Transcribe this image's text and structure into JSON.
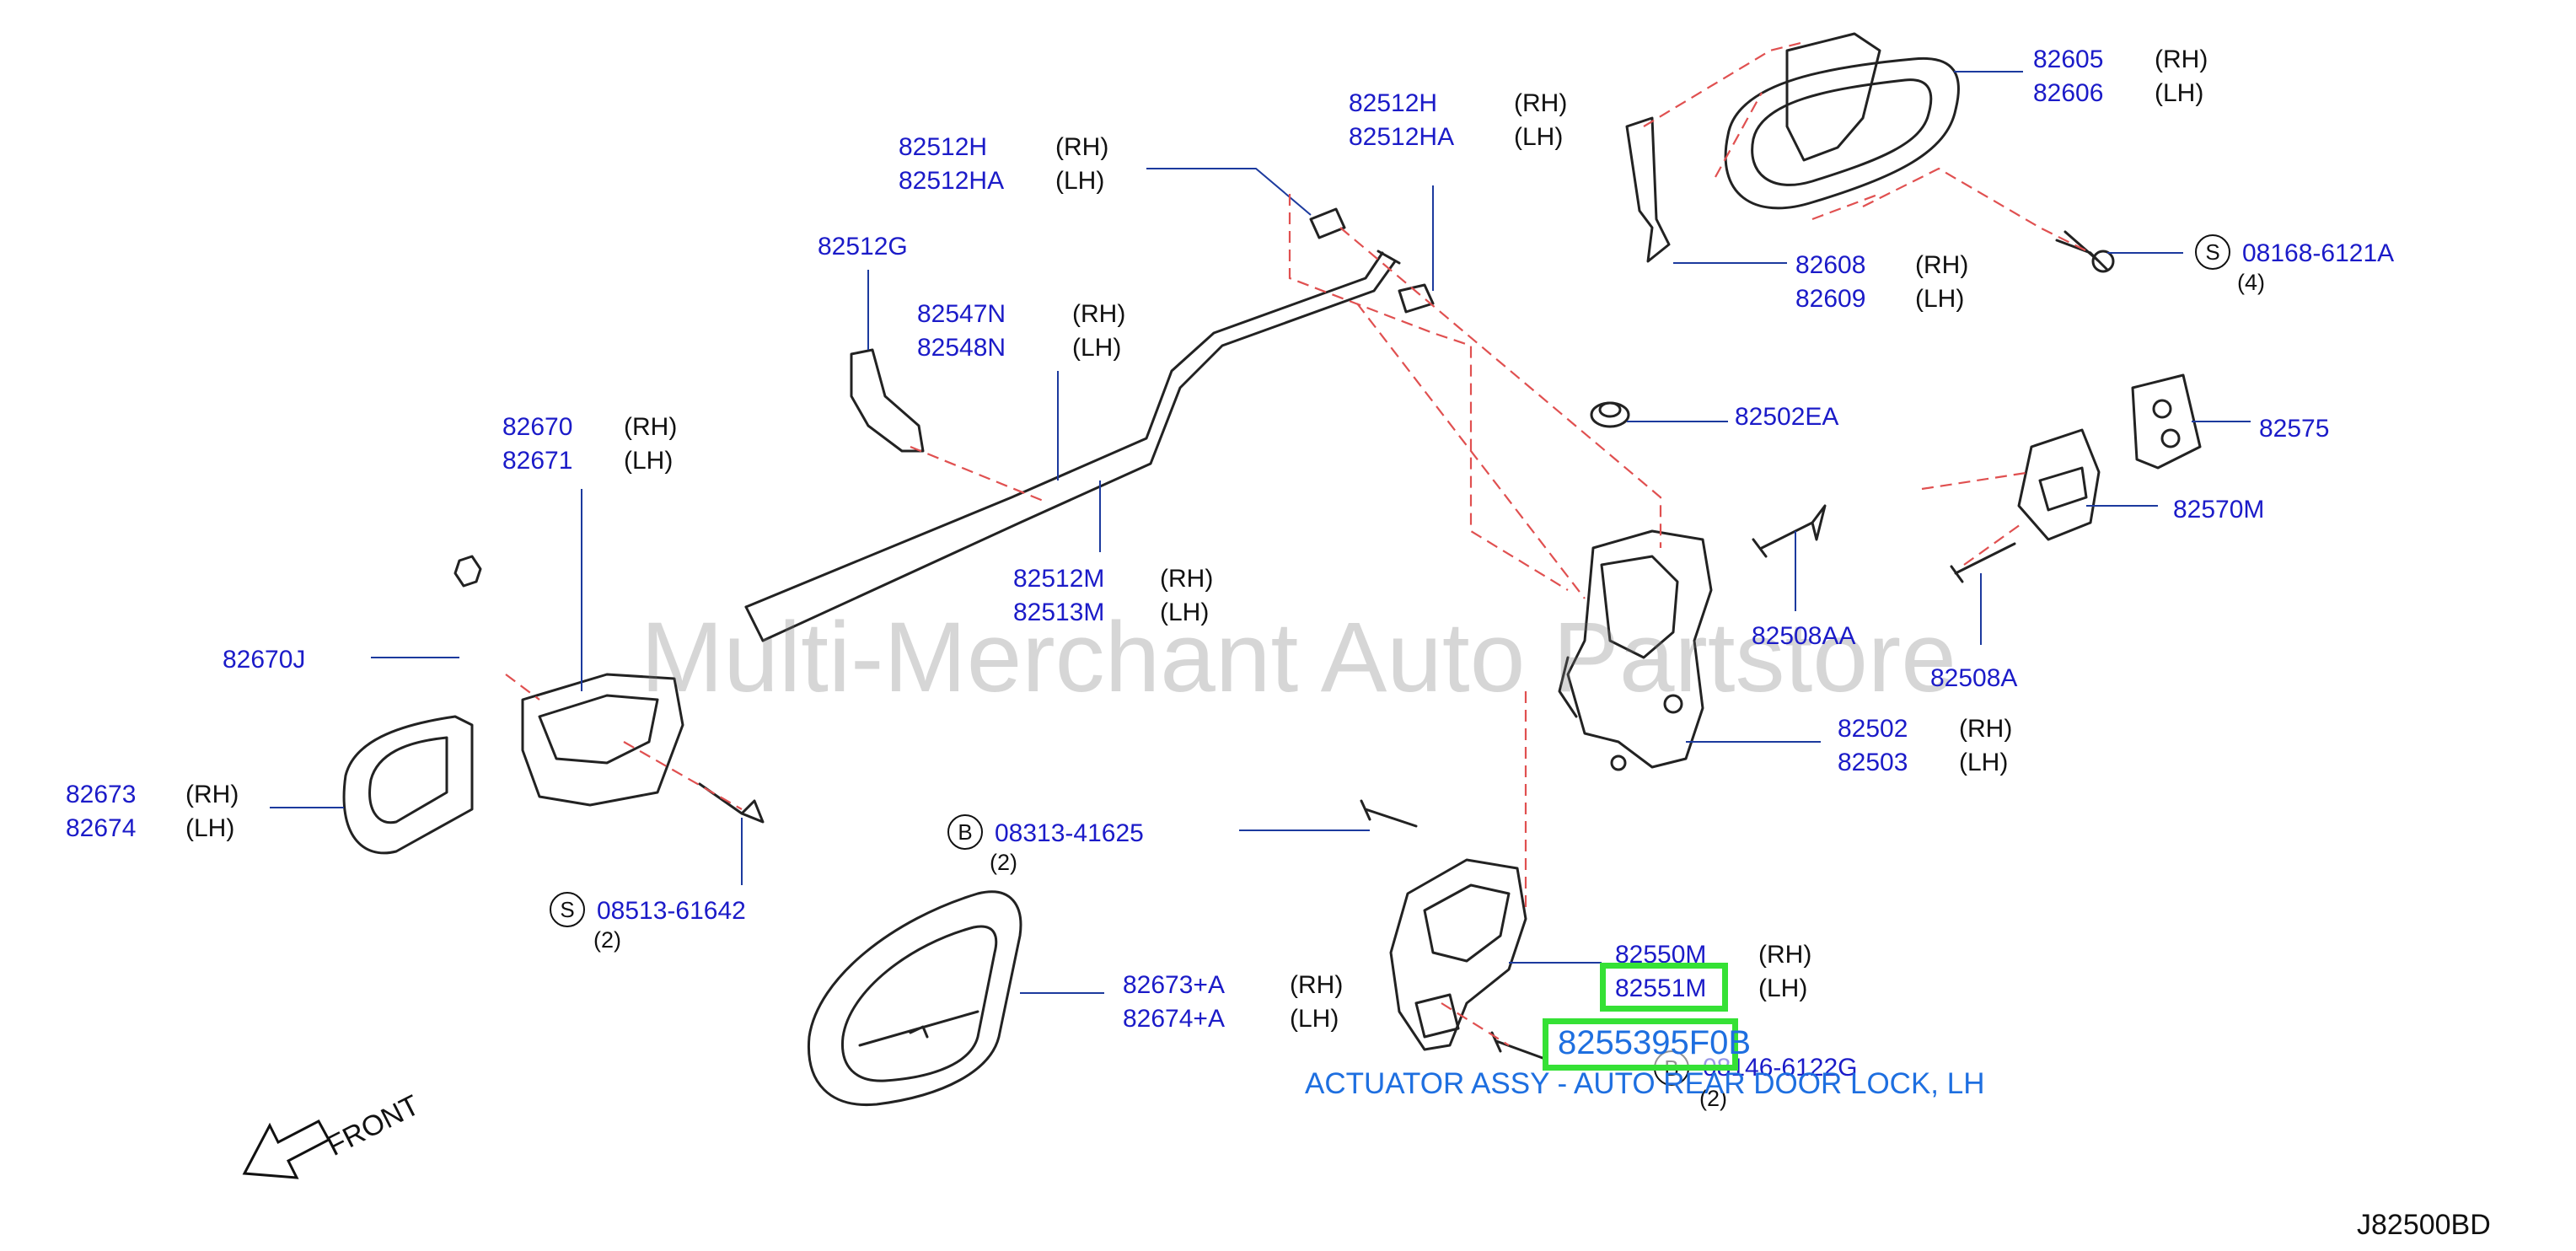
{
  "diagram": {
    "watermark": "Multi-Merchant Auto Partstore",
    "diagram_code": "J82500BD",
    "front_label": "FRONT",
    "highlight": {
      "part_number": "8255395F0B",
      "description": "ACTUATOR ASSY - AUTO REAR DOOR LOCK, LH"
    },
    "callouts": [
      {
        "pn": "82512H",
        "side": "(RH)"
      },
      {
        "pn": "82512HA",
        "side": "(LH)"
      },
      {
        "pn": "82512H",
        "side": "(RH)"
      },
      {
        "pn": "82512HA",
        "side": "(LH)"
      },
      {
        "pn": "82605",
        "side": "(RH)"
      },
      {
        "pn": "82606",
        "side": "(LH)"
      },
      {
        "pn": "82512G",
        "side": ""
      },
      {
        "pn": "82547N",
        "side": "(RH)"
      },
      {
        "pn": "82548N",
        "side": "(LH)"
      },
      {
        "pn": "82608",
        "side": "(RH)"
      },
      {
        "pn": "82609",
        "side": "(LH)"
      },
      {
        "pn": "08168-6121A",
        "side": "",
        "circle": "S",
        "qty": "(4)"
      },
      {
        "pn": "82502EA",
        "side": ""
      },
      {
        "pn": "82575",
        "side": ""
      },
      {
        "pn": "82670",
        "side": "(RH)"
      },
      {
        "pn": "82671",
        "side": "(LH)"
      },
      {
        "pn": "82570M",
        "side": ""
      },
      {
        "pn": "82512M",
        "side": "(RH)"
      },
      {
        "pn": "82513M",
        "side": "(LH)"
      },
      {
        "pn": "82508AA",
        "side": ""
      },
      {
        "pn": "82670J",
        "side": ""
      },
      {
        "pn": "82508A",
        "side": ""
      },
      {
        "pn": "82502",
        "side": "(RH)"
      },
      {
        "pn": "82503",
        "side": "(LH)"
      },
      {
        "pn": "82673",
        "side": "(RH)"
      },
      {
        "pn": "82674",
        "side": "(LH)"
      },
      {
        "pn": "08313-41625",
        "side": "",
        "circle": "B",
        "qty": "(2)"
      },
      {
        "pn": "08513-61642",
        "side": "",
        "circle": "S",
        "qty": "(2)"
      },
      {
        "pn": "82550M",
        "side": "(RH)"
      },
      {
        "pn": "82551M",
        "side": "(LH)"
      },
      {
        "pn": "82673+A",
        "side": "(RH)"
      },
      {
        "pn": "82674+A",
        "side": "(LH)"
      },
      {
        "pn": "08146-6122G",
        "side": "",
        "circle": "B",
        "qty": "(2)"
      }
    ]
  }
}
